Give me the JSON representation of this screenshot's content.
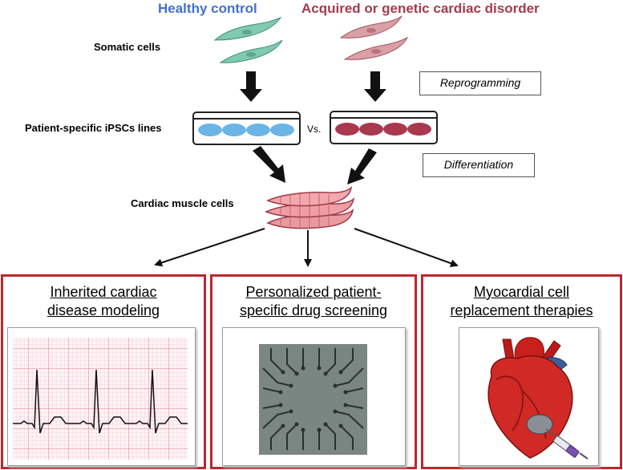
{
  "headers": {
    "healthy": "Healthy control",
    "disease": "Acquired or genetic cardiac disorder"
  },
  "labels": {
    "somatic": "Somatic cells",
    "ipsc": "Patient-specific iPSCs lines",
    "vs": "Vs.",
    "cardiac": "Cardiac muscle cells"
  },
  "steps": {
    "reprogramming": "Reprogramming",
    "differentiation": "Differentiation"
  },
  "panels": [
    {
      "line1": "Inherited cardiac",
      "line2": "disease modeling",
      "icon": "ecg-icon"
    },
    {
      "line1": "Personalized patient-",
      "line2": "specific drug screening",
      "icon": "chip-icon"
    },
    {
      "line1": "Myocardial cell",
      "line2": "replacement therapies",
      "icon": "heart-icon"
    }
  ],
  "colors": {
    "healthy": "#3f6fd1",
    "disease": "#a8394f",
    "panel_border": "#c0262c",
    "cell_green": "#7fcab0",
    "cell_pink": "#d9a0a6",
    "ipsc_blue": "#6bb5e6",
    "ipsc_red": "#a8394f"
  }
}
